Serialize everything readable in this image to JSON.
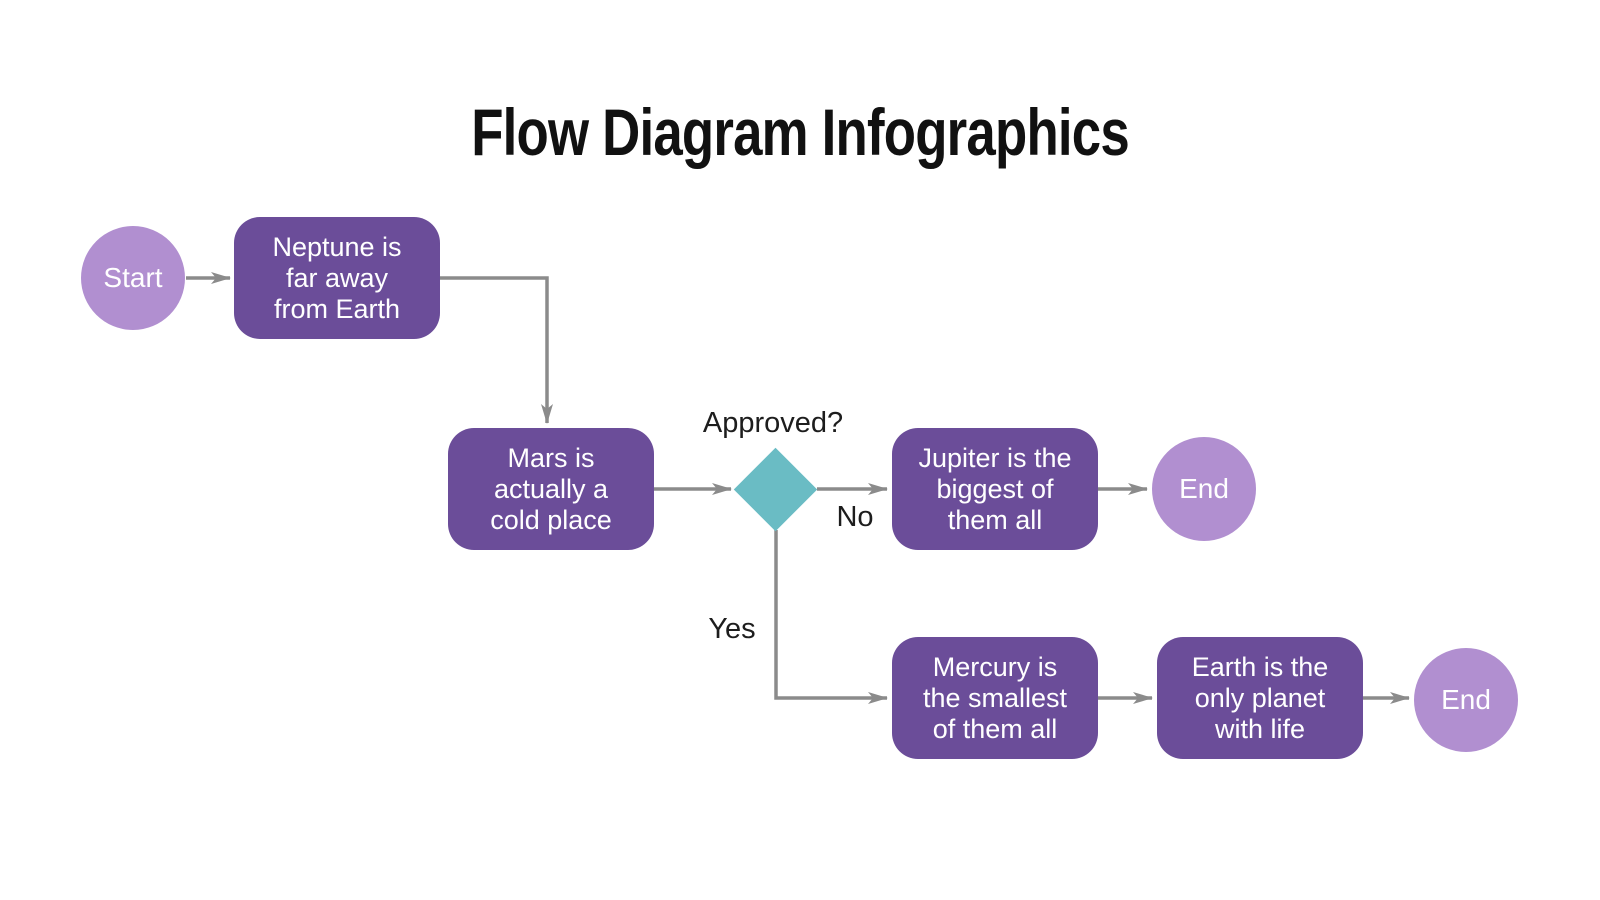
{
  "title": "Flow Diagram Infographics",
  "palette": {
    "process_box": "#6b4d99",
    "terminal_circle": "#b18fd0",
    "decision_diamond": "#6abcc4",
    "connector": "#8b8b8b",
    "node_text": "#ffffff",
    "label_text": "#1d1d1d",
    "title_text": "#111111",
    "background": "#ffffff"
  },
  "nodes": {
    "start": {
      "type": "terminal",
      "label": "Start"
    },
    "neptune": {
      "type": "process",
      "text": "Neptune is\nfar away\nfrom Earth"
    },
    "mars": {
      "type": "process",
      "text": "Mars is\nactually a\ncold place"
    },
    "decision": {
      "type": "decision",
      "label": "Approved?"
    },
    "jupiter": {
      "type": "process",
      "text": "Jupiter is the\nbiggest of\nthem all"
    },
    "end_no": {
      "type": "terminal",
      "label": "End"
    },
    "mercury": {
      "type": "process",
      "text": "Mercury is\nthe smallest\nof them all"
    },
    "earth": {
      "type": "process",
      "text": "Earth is the\nonly planet\nwith life"
    },
    "end_yes": {
      "type": "terminal",
      "label": "End"
    }
  },
  "branches": {
    "no": "No",
    "yes": "Yes"
  }
}
